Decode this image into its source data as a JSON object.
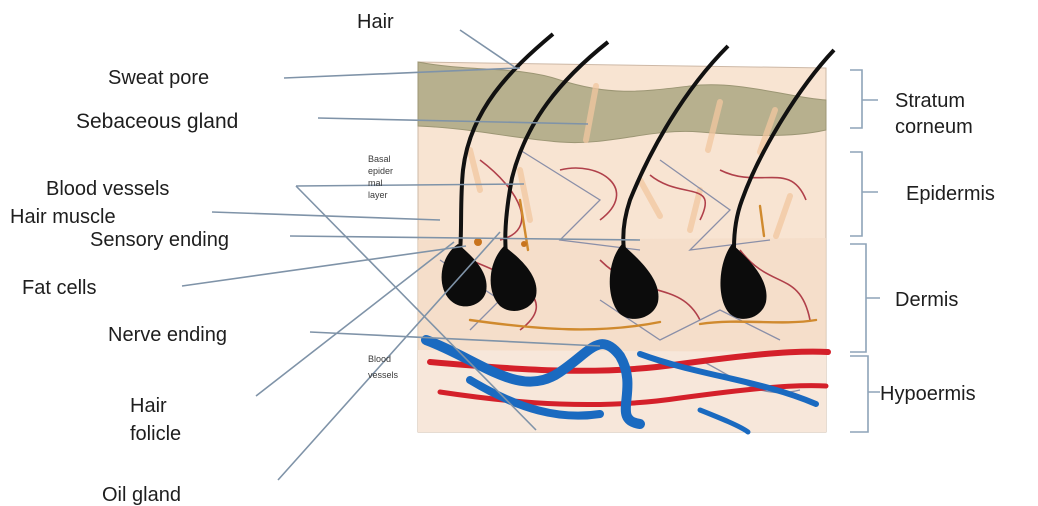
{
  "diagram": {
    "labels_left": {
      "hair": "Hair",
      "sweat_pore": "Sweat pore",
      "sebaceous_gland": "Sebaceous gland",
      "blood_vessels": "Blood vessels",
      "hair_muscle": "Hair muscle",
      "sensory_ending": "Sensory ending",
      "fat_cells": "Fat cells",
      "nerve_ending": "Nerve ending",
      "hair_folicle_line1": "Hair",
      "hair_folicle_line2": "folicle",
      "oil_gland": "Oil gland"
    },
    "labels_right": {
      "stratum_line1": "Stratum",
      "stratum_line2": "corneum",
      "epidermis": "Epidermis",
      "dermis": "Dermis",
      "hypoermis": "Hypoermis"
    },
    "labels_inner": {
      "basal_line1": "Basal",
      "basal_line2": "epider",
      "basal_line3": "mal",
      "basal_line4": "layer",
      "blood_line1": "Blood",
      "blood_line2": "vessels"
    }
  }
}
